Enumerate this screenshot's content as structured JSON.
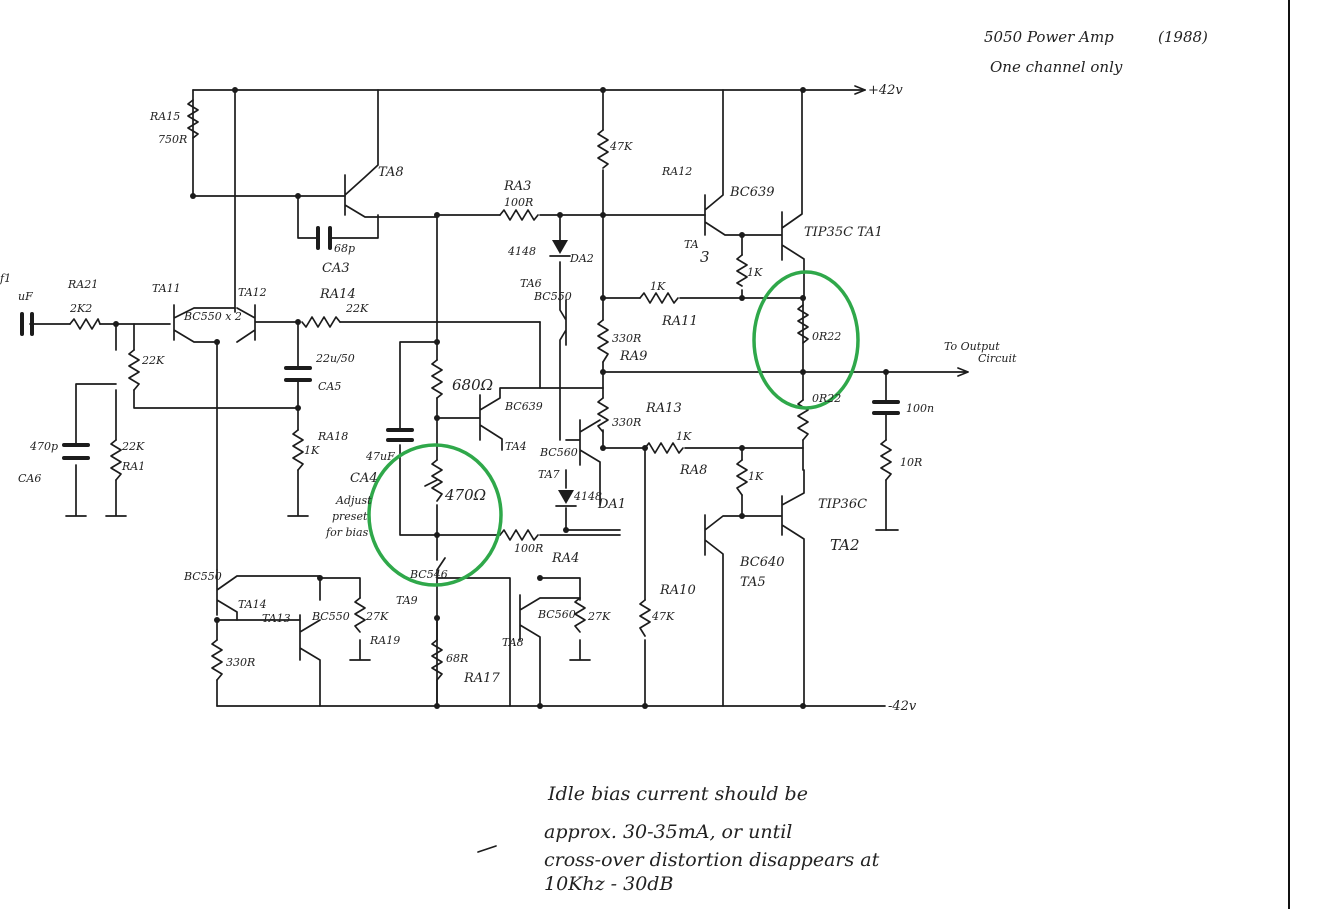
{
  "title": {
    "main": "5050 Power Amp",
    "year": "(1988)",
    "sub": "One channel only"
  },
  "rails": {
    "pos": "+42v",
    "neg": "-42v"
  },
  "output_label": [
    "To Output",
    "Circuit"
  ],
  "components": {
    "RA15": "RA15",
    "RA15_val": "750R",
    "TA8": "TA8",
    "CA3": "CA3",
    "CA3_val": "68p",
    "RA3": "RA3",
    "RA3_val": "100R",
    "RA12_val": "47K",
    "RA12": "RA12",
    "TA3_type": "BC639",
    "TA3": "TA",
    "TA3_num": "3",
    "TA1": "TIP35C TA1",
    "DA2": "DA2",
    "D4148a": "4148",
    "TA6": "TA6",
    "TA6_type": "BC550",
    "R1K_a": "1K",
    "R1K_b": "1K",
    "RA11": "RA11",
    "RA21": "RA21",
    "RA21_val": "2K2",
    "in_a": "f1",
    "in_b": "uF",
    "TA11": "TA11",
    "TA12": "TA12",
    "pair": "BC550 x 2",
    "RA14": "RA14",
    "RA14_val": "22K",
    "R22K_a": "22K",
    "CA5_val": "22u/50",
    "CA5": "CA5",
    "R330_a": "330R",
    "RA9": "RA9",
    "OR22_a": "0R22",
    "OR22_b": "0R22",
    "C100n": "100n",
    "R10R": "10R",
    "C470p": "470p",
    "CA6": "CA6",
    "R22K_b": "22K",
    "RA1": "RA1",
    "RA18": "RA18",
    "R1K_c": "1K",
    "R680": "680Ω",
    "BC639b": "BC639",
    "TA4": "TA4",
    "CA4_val": "47uF",
    "CA4": "CA4",
    "R470": "470Ω",
    "adjust": [
      "Adjust",
      "preset",
      "for bias"
    ],
    "TA7_type": "BC560",
    "TA7": "TA7",
    "R330_b": "330R",
    "RA13": "RA13",
    "R1K_d": "1K",
    "RA8": "RA8",
    "R1K_e": "1K",
    "D4148b": "4148",
    "DA1": "DA1",
    "TA2_type": "TIP36C",
    "TA2": "TA2",
    "R100_b": "100R",
    "RA4": "RA4",
    "TA5_type": "BC640",
    "TA5": "TA5",
    "BC550a": "BC550",
    "TA14": "TA14",
    "TA13": "TA13",
    "BC550b": "BC550",
    "R27K_a": "27K",
    "RA19": "RA19",
    "R330_c": "330R",
    "TA9": "TA9",
    "BC546": "BC546",
    "R68R": "68R",
    "RA17": "RA17",
    "BC560b": "BC560",
    "TA10": "TA8",
    "R27K_b": "27K",
    "RA10": "RA10",
    "R47K_b": "47K"
  },
  "note": [
    "Idle bias current should be",
    "approx. 30-35mA, or until",
    "cross-over distortion disappears at",
    "10Khz - 30dB"
  ],
  "colors": {
    "ink": "#1c1c1c",
    "highlight": "#2fa84a"
  }
}
